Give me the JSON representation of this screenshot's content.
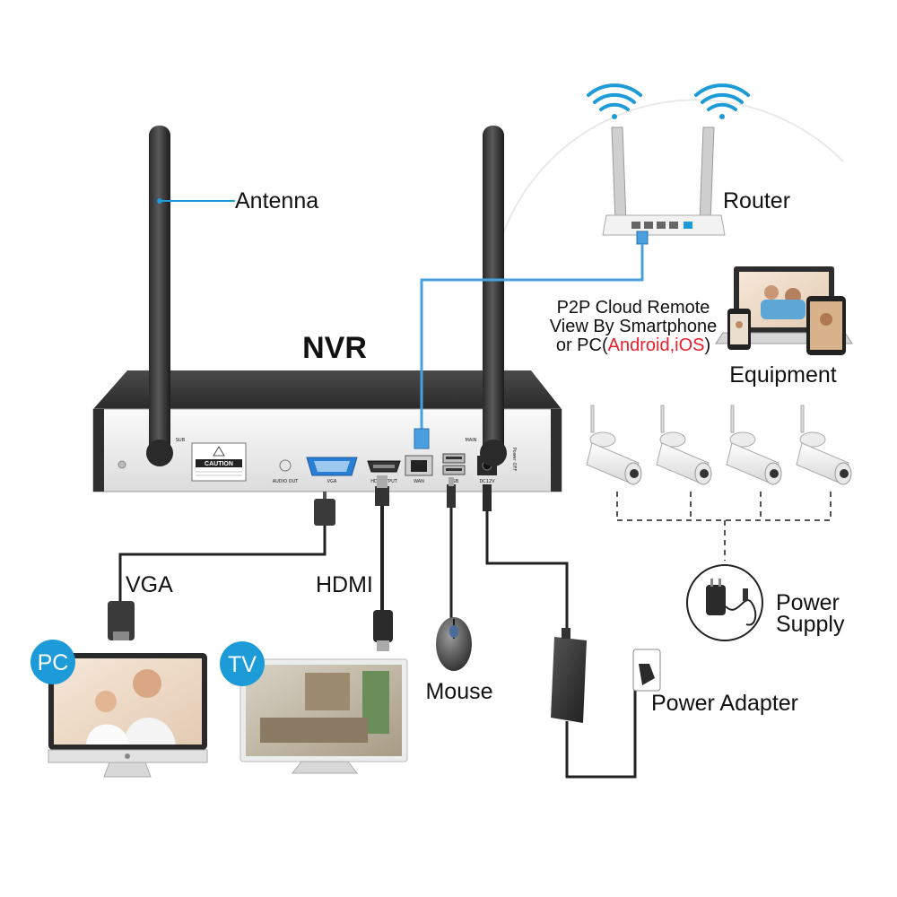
{
  "title": "NVR",
  "labels": {
    "antenna": "Antenna",
    "router": "Router",
    "equipment": "Equipment",
    "vga": "VGA",
    "hdmi": "HDMI",
    "mouse": "Mouse",
    "power_supply_line1": "Power",
    "power_supply_line2": "Supply",
    "power_adapter": "Power Adapter"
  },
  "p2p": {
    "line1": "P2P Cloud Remote",
    "line2": "View By Smartphone",
    "line3_prefix": "or PC(",
    "line3_highlight": "Android,iOS",
    "line3_suffix": ")"
  },
  "badges": {
    "pc": "PC",
    "tv": "TV"
  },
  "nvr_panel": {
    "caution": "CAUTION",
    "sub": "SUB",
    "main": "MAIN",
    "audio_out": "AUDIO OUT",
    "vga": "VGA",
    "hd_output": "HD OUTPUT",
    "wan": "WAN",
    "usb": "USB",
    "dc12v": "DC12V",
    "power_off": "Power OFF"
  },
  "colors": {
    "accent_blue": "#1d9bd8",
    "highlight_red": "#e8202a",
    "wifi_blue": "#1d9bd8"
  }
}
